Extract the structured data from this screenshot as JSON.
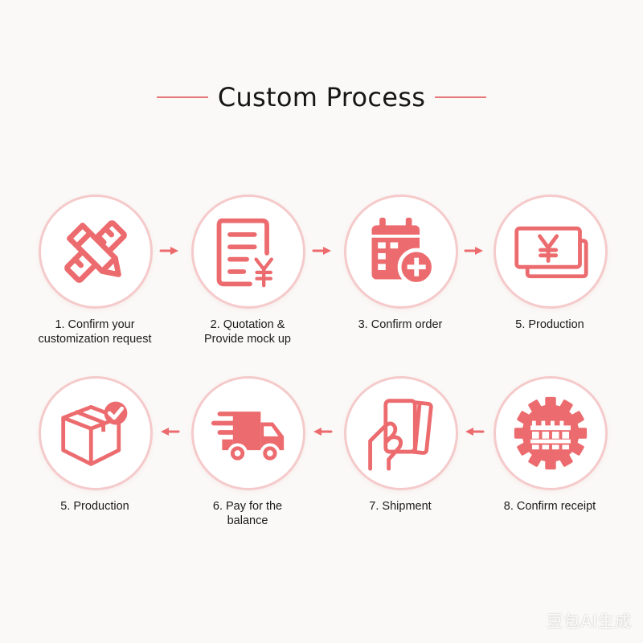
{
  "title": "Custom Process",
  "accent_color": "#ec6b6e",
  "ring_color": "#f5cacb",
  "steps": [
    {
      "line1": "1. Confirm your",
      "line2": "customization request",
      "icon": "pencil-ruler-icon"
    },
    {
      "line1": "2. Quotation &",
      "line2": "Provide mock up",
      "icon": "quotation-document-icon"
    },
    {
      "line1": "3. Confirm order",
      "line2": "",
      "icon": "calendar-add-icon"
    },
    {
      "line1": "5. Production",
      "line2": "",
      "icon": "yen-banknote-icon"
    },
    {
      "line1": "8. Confirm receipt",
      "line2": "",
      "icon": "factory-gear-icon"
    },
    {
      "line1": "7. Shipment",
      "line2": "",
      "icon": "hand-card-icon"
    },
    {
      "line1": "6. Pay for the",
      "line2": "balance",
      "icon": "delivery-truck-icon"
    },
    {
      "line1": "5. Production",
      "line2": "",
      "icon": "box-check-icon"
    }
  ],
  "watermark": "豆包AI生成"
}
